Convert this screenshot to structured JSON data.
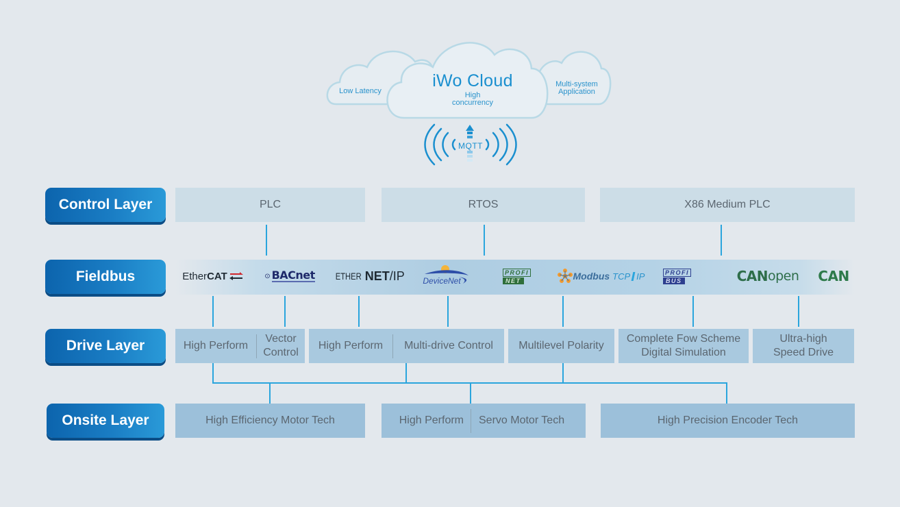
{
  "cloud": {
    "title": "iWo Cloud",
    "subtitle_line1": "High",
    "subtitle_line2": "concurrency",
    "left_label": "Low Latency",
    "right_label_line1": "Multi-system",
    "right_label_line2": "Application",
    "protocol": "MQTT"
  },
  "colors": {
    "background": "#e3e8ed",
    "accent": "#2aa5dd",
    "cloud_text": "#1a8fcf",
    "layer_button_start": "#0c64ad",
    "layer_button_end": "#2a9ad8",
    "box_light": "#ccdde7",
    "box_mid": "#a9c9df",
    "box_text": "#5b6670"
  },
  "layers": {
    "control": {
      "label": "Control Layer",
      "boxes": [
        {
          "label": "PLC"
        },
        {
          "label": "RTOS"
        },
        {
          "label": "X86 Medium PLC"
        }
      ]
    },
    "fieldbus": {
      "label": "Fieldbus",
      "logos": [
        {
          "name": "EtherCAT",
          "text_a": "Ether",
          "text_b": "CAT"
        },
        {
          "name": "BACnet",
          "text": "BACnet"
        },
        {
          "name": "EtherNet/IP",
          "text_a": "ETHER",
          "text_b": "NET",
          "text_c": "/IP"
        },
        {
          "name": "DeviceNet",
          "text": "DeviceNet"
        },
        {
          "name": "PROFINET",
          "text_a": "PROFI",
          "text_b": "NET"
        },
        {
          "name": "Modbus TCP/IP",
          "text_a": "Modbus",
          "text_b": "TCP",
          "text_c": "IP"
        },
        {
          "name": "PROFIBUS",
          "text_a": "PROFI",
          "text_b": "BUS"
        },
        {
          "name": "CANopen",
          "text_a": "CAN",
          "text_b": "open"
        },
        {
          "name": "CAN",
          "text": "CAN"
        }
      ]
    },
    "drive": {
      "label": "Drive Layer",
      "boxes": [
        {
          "left": "High Perform",
          "right_line1": "Vector",
          "right_line2": "Control"
        },
        {
          "left": "High Perform",
          "right": "Multi-drive Control"
        },
        {
          "label": "Multilevel Polarity"
        },
        {
          "line1": "Complete Fow Scheme",
          "line2": "Digital Simulation"
        },
        {
          "line1": "Ultra-high",
          "line2": "Speed Drive"
        }
      ]
    },
    "onsite": {
      "label": "Onsite Layer",
      "boxes": [
        {
          "label": "High Efficiency Motor Tech"
        },
        {
          "left": "High Perform",
          "right": "Servo Motor Tech"
        },
        {
          "label": "High Precision Encoder Tech"
        }
      ]
    }
  }
}
